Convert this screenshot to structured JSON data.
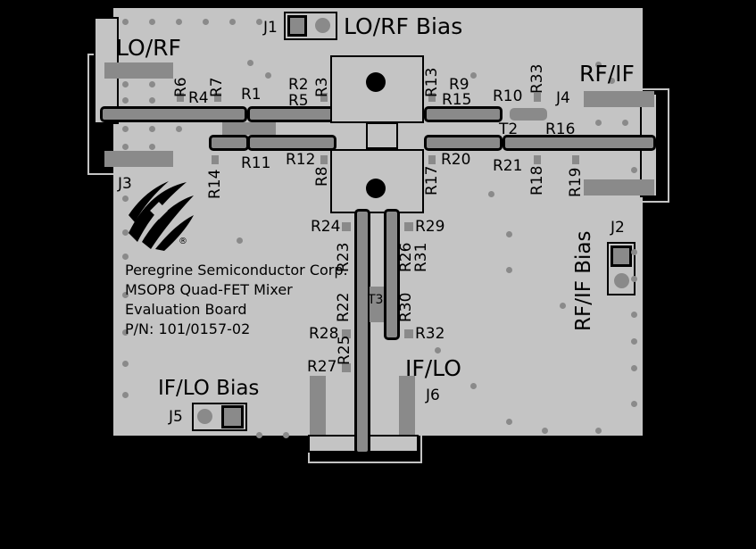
{
  "board": {
    "background": "#c4c4c4",
    "copper": "#8a8a8a",
    "silkscreen": "#000000"
  },
  "ports": {
    "lo_rf": "LO/RF",
    "rf_if": "RF/IF",
    "if_lo": "IF/LO"
  },
  "bias_labels": {
    "lo_rf_bias": "LO/RF Bias",
    "rf_if_bias": "RF/IF Bias",
    "if_lo_bias": "IF/LO Bias"
  },
  "connectors": {
    "j1": "J1",
    "j2": "J2",
    "j3": "J3",
    "j4": "J4",
    "j5": "J5",
    "j6": "J6"
  },
  "resistors": {
    "r1": "R1",
    "r2": "R2",
    "r3": "R3",
    "r4": "R4",
    "r5": "R5",
    "r6": "R6",
    "r7": "R7",
    "r8": "R8",
    "r9": "R9",
    "r10": "R10",
    "r11": "R11",
    "r12": "R12",
    "r13": "R13",
    "r14": "R14",
    "r15": "R15",
    "r16": "R16",
    "r17": "R17",
    "r18": "R18",
    "r19": "R19",
    "r20": "R20",
    "r21": "R21",
    "r22": "R22",
    "r23": "R23",
    "r24": "R24",
    "r25": "R25",
    "r26": "R26",
    "r27": "R27",
    "r28": "R28",
    "r29": "R29",
    "r30": "R30",
    "r31": "R31",
    "r32": "R32",
    "r33": "R33"
  },
  "transformers": {
    "t2": "T2",
    "t3": "T3"
  },
  "company": {
    "line1": "Peregrine Semiconductor Corp.",
    "line2": "MSOP8 Quad-FET Mixer",
    "line3": "Evaluation Board",
    "line4": "P/N: 101/0157-02",
    "registered": "®"
  }
}
